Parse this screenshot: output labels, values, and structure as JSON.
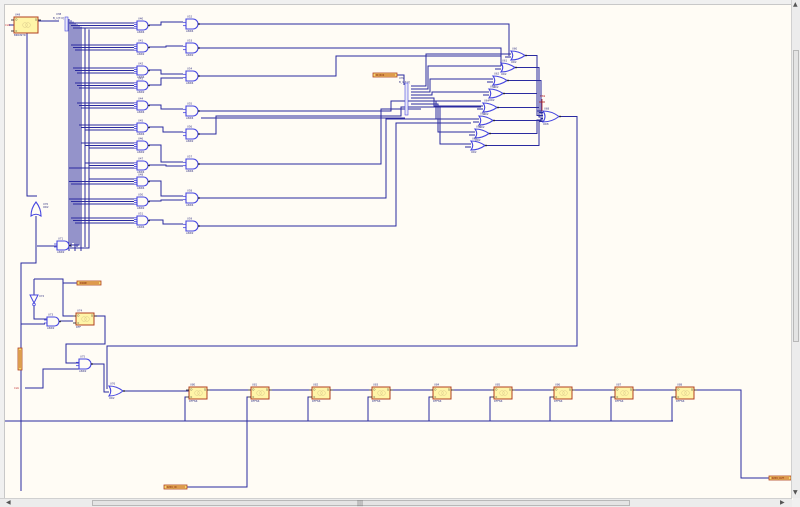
{
  "schematic": {
    "wire_color": "#2a2aa0",
    "gate_color": "#4646e0",
    "block_fill": "#fff5a8",
    "block_border": "#b04020",
    "port_fill": "#f2d870",
    "background": "#fffcf5",
    "counter": {
      "ref": "U49",
      "part": "BINCNTR",
      "input": "CLK"
    },
    "bus_connector": {
      "ref": "U38",
      "label": "B_1[7:0]"
    },
    "bus_connector2": {
      "ref": "U39",
      "label": "B_1[7:0]"
    },
    "and_gates": [
      {
        "ref": "U40",
        "part": "AND4"
      },
      {
        "ref": "U41",
        "part": "AND2"
      },
      {
        "ref": "U42",
        "part": "AND4"
      },
      {
        "ref": "U43",
        "part": "AND2"
      },
      {
        "ref": "U44",
        "part": "AND4"
      },
      {
        "ref": "U45",
        "part": "AND4"
      },
      {
        "ref": "U46",
        "part": "AND2"
      },
      {
        "ref": "U47",
        "part": "AND4"
      },
      {
        "ref": "U48",
        "part": "AND4"
      },
      {
        "ref": "U50",
        "part": "AND2"
      },
      {
        "ref": "U51",
        "part": "AND4"
      },
      {
        "ref": "U52",
        "part": "AND4"
      },
      {
        "ref": "U53",
        "part": "AND2"
      },
      {
        "ref": "U54",
        "part": "AND4"
      },
      {
        "ref": "U55",
        "part": "AND4"
      },
      {
        "ref": "U56",
        "part": "AND2"
      },
      {
        "ref": "U57",
        "part": "AND4"
      },
      {
        "ref": "U58",
        "part": "AND4"
      },
      {
        "ref": "U59",
        "part": "AND2"
      }
    ],
    "or_gates": [
      {
        "ref": "U60",
        "part": "OR2"
      },
      {
        "ref": "U61",
        "part": "OR2"
      },
      {
        "ref": "U62",
        "part": "OR2"
      },
      {
        "ref": "U63",
        "part": "OR2"
      },
      {
        "ref": "U64",
        "part": "OR2"
      },
      {
        "ref": "U65",
        "part": "OR2"
      },
      {
        "ref": "U66",
        "part": "OR2"
      },
      {
        "ref": "U67",
        "part": "OR2"
      }
    ],
    "big_or": {
      "ref": "U68",
      "part": "OR8"
    },
    "probe": {
      "ref": "U69",
      "label": "VCC"
    },
    "left_or": {
      "ref": "U70",
      "part": "OR2"
    },
    "left_and": {
      "ref": "U71",
      "part": "AND2"
    },
    "inverter": {
      "ref": "U72",
      "part": "INV"
    },
    "left_and2": {
      "ref": "U73",
      "part": "AND2"
    },
    "left_dff": {
      "ref": "U74",
      "part": "DFF"
    },
    "left_and3": {
      "ref": "U75",
      "part": "AND2"
    },
    "left_or2": {
      "ref": "U76",
      "part": "OR2"
    },
    "clk_label": "CLK",
    "clk_label2": "CLK",
    "shift_regs": [
      {
        "ref": "U80",
        "part": "DFFSR"
      },
      {
        "ref": "U81",
        "part": "DFFSR"
      },
      {
        "ref": "U82",
        "part": "DFFSR"
      },
      {
        "ref": "U83",
        "part": "DFFSR"
      },
      {
        "ref": "U84",
        "part": "DFFSR"
      },
      {
        "ref": "U85",
        "part": "DFFSR"
      },
      {
        "ref": "U86",
        "part": "DFFSR"
      },
      {
        "ref": "U87",
        "part": "DFFSR"
      },
      {
        "ref": "U88",
        "part": "DFFSR"
      }
    ],
    "ports": {
      "top_input": "IN_BUS",
      "mid_output": "DONE",
      "left_vertical": "RESET",
      "bottom_input": "DATA_IN",
      "bottom_output": "DATA_OUT"
    }
  },
  "scrollbars": {
    "up": "▲",
    "down": "▼",
    "left": "◀",
    "right": "▶",
    "grip": "|||"
  }
}
